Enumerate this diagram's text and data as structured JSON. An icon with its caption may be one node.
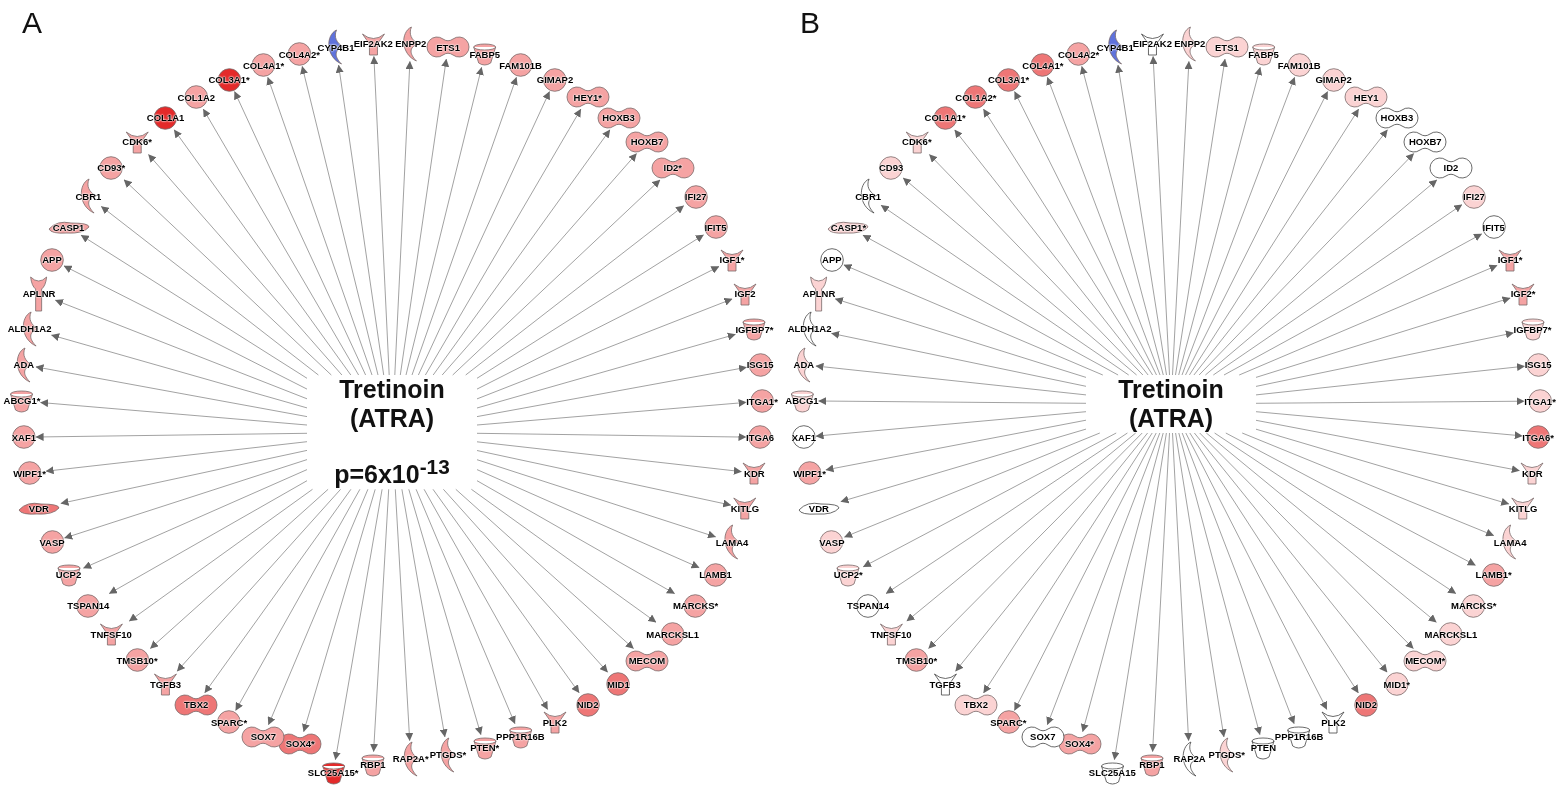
{
  "diagram": {
    "nodes": [
      {
        "text": [
          "Tretinoin (ATRA)",
          "p=6x10$^{-13}$"
        ]
      },
      {
        "text": [
          "CYP4B1"
        ]
      },
      {
        "text": [
          "EIF2AK2"
        ]
      },
      {
        "text": [
          "ENPP2"
        ]
      },
      {
        "text": [
          "ETS1"
        ]
      },
      {
        "text": [
          "FABP5"
        ]
      },
      {
        "text": [
          "FAM101B"
        ]
      },
      {
        "text": [
          "GIMAP2"
        ]
      },
      {
        "text": [
          "HEY1*"
        ]
      },
      {
        "text": [
          "HOXB3"
        ]
      },
      {
        "text": [
          "HOXB7"
        ]
      },
      {
        "text": [
          "ID2*"
        ]
      },
      {
        "text": [
          "IFI27"
        ]
      },
      {
        "text": [
          "IFIT5"
        ]
      },
      {
        "text": [
          "IGF1*"
        ]
      },
      {
        "text": [
          "IGF2"
        ]
      },
      {
        "text": [
          "IGFBP7*"
        ]
      },
      {
        "text": [
          "ISG15"
        ]
      },
      {
        "text": [
          "ITGA1*"
        ]
      },
      {
        "text": [
          "ITGA6"
        ]
      },
      {
        "text": [
          "KDR"
        ]
      },
      {
        "text": [
          "KITLG"
        ]
      },
      {
        "text": [
          "LAMA4"
        ]
      },
      {
        "text": [
          "LAMB1"
        ]
      },
      {
        "text": [
          "MARCKS*"
        ]
      },
      {
        "text": [
          "MARCKSL1"
        ]
      },
      {
        "text": [
          "MECOM"
        ]
      },
      {
        "text": [
          "MID1"
        ]
      },
      {
        "text": [
          "NID2"
        ]
      },
      {
        "text": [
          "PLK2"
        ]
      },
      {
        "text": [
          "PPP1R16B"
        ]
      },
      {
        "text": [
          "PTEN*"
        ]
      },
      {
        "text": [
          "PTGDS*"
        ]
      },
      {
        "text": [
          "RAP2A*"
        ]
      },
      {
        "text": [
          "RBP1"
        ]
      },
      {
        "text": [
          "SLC25A15*"
        ]
      },
      {
        "text": [
          "SOX4*"
        ]
      },
      {
        "text": [
          "SOX7"
        ]
      },
      {
        "text": [
          "SPARC*"
        ]
      },
      {
        "text": [
          "TBX2"
        ]
      },
      {
        "text": [
          "TGFB3"
        ]
      },
      {
        "text": [
          "TMSB10*"
        ]
      },
      {
        "text": [
          "TNFSF10"
        ]
      },
      {
        "text": [
          "TSPAN14"
        ]
      },
      {
        "text": [
          "UCP2"
        ]
      },
      {
        "text": [
          "VASP"
        ]
      },
      {
        "text": [
          "VDR"
        ]
      },
      {
        "text": [
          "WIPF1*"
        ]
      },
      {
        "text": [
          "XAF1"
        ]
      },
      {
        "text": [
          "ABCG1*"
        ]
      },
      {
        "text": [
          "ADA"
        ]
      },
      {
        "text": [
          "ALDH1A2"
        ]
      },
      {
        "text": [
          "APLNR"
        ]
      },
      {
        "text": [
          "APP"
        ]
      },
      {
        "text": [
          "CASP1"
        ]
      },
      {
        "text": [
          "CBR1"
        ]
      },
      {
        "text": [
          "CD93*"
        ]
      },
      {
        "text": [
          "CDK6*"
        ]
      },
      {
        "text": [
          "COL1A1"
        ]
      },
      {
        "text": [
          "COL1A2"
        ]
      },
      {
        "text": [
          "COL3A1*"
        ]
      },
      {
        "text": [
          "COL4A1*"
        ]
      },
      {
        "text": [
          "COL4A2*"
        ]
      },
      {
        "text": [
          "Tretinoin (ATRA)"
        ]
      },
      {
        "text": [
          "CYP4B1"
        ]
      },
      {
        "text": [
          "EIF2AK2"
        ]
      },
      {
        "text": [
          "ENPP2"
        ]
      },
      {
        "text": [
          "ETS1"
        ]
      },
      {
        "text": [
          "FABP5"
        ]
      },
      {
        "text": [
          "FAM101B"
        ]
      },
      {
        "text": [
          "GIMAP2"
        ]
      },
      {
        "text": [
          "HEY1"
        ]
      },
      {
        "text": [
          "HOXB3"
        ]
      },
      {
        "text": [
          "HOXB7"
        ]
      },
      {
        "text": [
          "ID2"
        ]
      },
      {
        "text": [
          "IFI27"
        ]
      },
      {
        "text": [
          "IFIT5"
        ]
      },
      {
        "text": [
          "IGF1*"
        ]
      },
      {
        "text": [
          "IGF2*"
        ]
      },
      {
        "text": [
          "IGFBP7*"
        ]
      },
      {
        "text": [
          "ISG15"
        ]
      },
      {
        "text": [
          "ITGA1*"
        ]
      },
      {
        "text": [
          "ITGA6*"
        ]
      },
      {
        "text": [
          "KDR"
        ]
      },
      {
        "text": [
          "KITLG"
        ]
      },
      {
        "text": [
          "LAMA4"
        ]
      },
      {
        "text": [
          "LAMB1*"
        ]
      },
      {
        "text": [
          "MARCKS*"
        ]
      },
      {
        "text": [
          "MARCKSL1"
        ]
      },
      {
        "text": [
          "MECOM*"
        ]
      },
      {
        "text": [
          "MID1*"
        ]
      },
      {
        "text": [
          "NID2"
        ]
      },
      {
        "text": [
          "PLK2"
        ]
      },
      {
        "text": [
          "PPP1R16B"
        ]
      },
      {
        "text": [
          "PTEN"
        ]
      },
      {
        "text": [
          "PTGDS*"
        ]
      },
      {
        "text": [
          "RAP2A"
        ]
      },
      {
        "text": [
          "RBP1"
        ]
      },
      {
        "text": [
          "SLC25A15"
        ]
      },
      {
        "text": [
          "SOX4*"
        ]
      },
      {
        "text": [
          "SOX7"
        ]
      },
      {
        "text": [
          "SPARC*"
        ]
      },
      {
        "text": [
          "TBX2"
        ]
      },
      {
        "text": [
          "TGFB3"
        ]
      },
      {
        "text": [
          "TMSB10*"
        ]
      },
      {
        "text": [
          "TNFSF10"
        ]
      },
      {
        "text": [
          "TSPAN14"
        ]
      },
      {
        "text": [
          "UCP2*"
        ]
      },
      {
        "text": [
          "VASP"
        ]
      },
      {
        "text": [
          "VDR"
        ]
      },
      {
        "text": [
          "WIPF1*"
        ]
      },
      {
        "text": [
          "XAF1"
        ]
      },
      {
        "text": [
          "ABCG1"
        ]
      },
      {
        "text": [
          "ADA"
        ]
      },
      {
        "text": [
          "ALDH1A2"
        ]
      },
      {
        "text": [
          "APLNR"
        ]
      },
      {
        "text": [
          "APP"
        ]
      },
      {
        "text": [
          "CASP1*"
        ]
      },
      {
        "text": [
          "CBR1"
        ]
      },
      {
        "text": [
          "CD93"
        ]
      },
      {
        "text": [
          "CDK6*"
        ]
      },
      {
        "text": [
          "COL1A1*"
        ]
      },
      {
        "text": [
          "COL1A2*"
        ]
      },
      {
        "text": [
          "COL3A1*"
        ]
      },
      {
        "text": [
          "COL4A1*"
        ]
      },
      {
        "text": [
          "COL4A2*"
        ]
      }
    ],
    "edges": [
      {
        "from": 0,
        "to": 1,
        "arrow": "to"
      },
      {
        "from": 0,
        "to": 2,
        "arrow": "to"
      },
      {
        "from": 0,
        "to": 3,
        "arrow": "to"
      },
      {
        "from": 0,
        "to": 4,
        "arrow": "to"
      },
      {
        "from": 0,
        "to": 5,
        "arrow": "to"
      },
      {
        "from": 0,
        "to": 6,
        "arrow": "to"
      },
      {
        "from": 0,
        "to": 7,
        "arrow": "to"
      },
      {
        "from": 0,
        "to": 8,
        "arrow": "to"
      },
      {
        "from": 0,
        "to": 9,
        "arrow": "to"
      },
      {
        "from": 0,
        "to": 10,
        "arrow": "to"
      },
      {
        "from": 0,
        "to": 11,
        "arrow": "to"
      },
      {
        "from": 0,
        "to": 12,
        "arrow": "to"
      },
      {
        "from": 0,
        "to": 13,
        "arrow": "to"
      },
      {
        "from": 0,
        "to": 14,
        "arrow": "to"
      },
      {
        "from": 0,
        "to": 15,
        "arrow": "to"
      },
      {
        "from": 0,
        "to": 16,
        "arrow": "to"
      },
      {
        "from": 0,
        "to": 17,
        "arrow": "to"
      },
      {
        "from": 0,
        "to": 18,
        "arrow": "to"
      },
      {
        "from": 0,
        "to": 19,
        "arrow": "to"
      },
      {
        "from": 0,
        "to": 20,
        "arrow": "to"
      },
      {
        "from": 0,
        "to": 21,
        "arrow": "to"
      },
      {
        "from": 0,
        "to": 22,
        "arrow": "to"
      },
      {
        "from": 0,
        "to": 23,
        "arrow": "to"
      },
      {
        "from": 0,
        "to": 24,
        "arrow": "to"
      },
      {
        "from": 0,
        "to": 25,
        "arrow": "to"
      },
      {
        "from": 0,
        "to": 26,
        "arrow": "to"
      },
      {
        "from": 0,
        "to": 27,
        "arrow": "to"
      },
      {
        "from": 0,
        "to": 28,
        "arrow": "to"
      },
      {
        "from": 0,
        "to": 29,
        "arrow": "to"
      },
      {
        "from": 0,
        "to": 30,
        "arrow": "to"
      },
      {
        "from": 0,
        "to": 31,
        "arrow": "to"
      },
      {
        "from": 0,
        "to": 32,
        "arrow": "to"
      },
      {
        "from": 0,
        "to": 33,
        "arrow": "to"
      },
      {
        "from": 0,
        "to": 34,
        "arrow": "to"
      },
      {
        "from": 0,
        "to": 35,
        "arrow": "to"
      },
      {
        "from": 0,
        "to": 36,
        "arrow": "to"
      },
      {
        "from": 0,
        "to": 37,
        "arrow": "to"
      },
      {
        "from": 0,
        "to": 38,
        "arrow": "to"
      },
      {
        "from": 0,
        "to": 39,
        "arrow": "to"
      },
      {
        "from": 0,
        "to": 40,
        "arrow": "to"
      },
      {
        "from": 0,
        "to": 41,
        "arrow": "to"
      },
      {
        "from": 0,
        "to": 42,
        "arrow": "to"
      },
      {
        "from": 0,
        "to": 43,
        "arrow": "to"
      },
      {
        "from": 0,
        "to": 44,
        "arrow": "to"
      },
      {
        "from": 0,
        "to": 45,
        "arrow": "to"
      },
      {
        "from": 0,
        "to": 46,
        "arrow": "to"
      },
      {
        "from": 0,
        "to": 47,
        "arrow": "to"
      },
      {
        "from": 0,
        "to": 48,
        "arrow": "to"
      },
      {
        "from": 0,
        "to": 49,
        "arrow": "to"
      },
      {
        "from": 0,
        "to": 50,
        "arrow": "to"
      },
      {
        "from": 0,
        "to": 51,
        "arrow": "to"
      },
      {
        "from": 0,
        "to": 52,
        "arrow": "to"
      },
      {
        "from": 0,
        "to": 53,
        "arrow": "to"
      },
      {
        "from": 0,
        "to": 54,
        "arrow": "to"
      },
      {
        "from": 0,
        "to": 55,
        "arrow": "to"
      },
      {
        "from": 0,
        "to": 56,
        "arrow": "to"
      },
      {
        "from": 0,
        "to": 57,
        "arrow": "to"
      },
      {
        "from": 0,
        "to": 58,
        "arrow": "to"
      },
      {
        "from": 0,
        "to": 59,
        "arrow": "to"
      },
      {
        "from": 0,
        "to": 60,
        "arrow": "to"
      },
      {
        "from": 0,
        "to": 61,
        "arrow": "to"
      },
      {
        "from": 0,
        "to": 62,
        "arrow": "to"
      },
      {
        "from": 63,
        "to": 64,
        "arrow": "to"
      },
      {
        "from": 63,
        "to": 65,
        "arrow": "to"
      },
      {
        "from": 63,
        "to": 66,
        "arrow": "to"
      },
      {
        "from": 63,
        "to": 67,
        "arrow": "to"
      },
      {
        "from": 63,
        "to": 68,
        "arrow": "to"
      },
      {
        "from": 63,
        "to": 69,
        "arrow": "to"
      },
      {
        "from": 63,
        "to": 70,
        "arrow": "to"
      },
      {
        "from": 63,
        "to": 71,
        "arrow": "to"
      },
      {
        "from": 63,
        "to": 72,
        "arrow": "to"
      },
      {
        "from": 63,
        "to": 73,
        "arrow": "to"
      },
      {
        "from": 63,
        "to": 74,
        "arrow": "to"
      },
      {
        "from": 63,
        "to": 75,
        "arrow": "to"
      },
      {
        "from": 63,
        "to": 76,
        "arrow": "to"
      },
      {
        "from": 63,
        "to": 77,
        "arrow": "to"
      },
      {
        "from": 63,
        "to": 78,
        "arrow": "to"
      },
      {
        "from": 63,
        "to": 79,
        "arrow": "to"
      },
      {
        "from": 63,
        "to": 80,
        "arrow": "to"
      },
      {
        "from": 63,
        "to": 81,
        "arrow": "to"
      },
      {
        "from": 63,
        "to": 82,
        "arrow": "to"
      },
      {
        "from": 63,
        "to": 83,
        "arrow": "to"
      },
      {
        "from": 63,
        "to": 84,
        "arrow": "to"
      },
      {
        "from": 63,
        "to": 85,
        "arrow": "to"
      },
      {
        "from": 63,
        "to": 86,
        "arrow": "to"
      },
      {
        "from": 63,
        "to": 87,
        "arrow": "to"
      },
      {
        "from": 63,
        "to": 88,
        "arrow": "to"
      },
      {
        "from": 63,
        "to": 89,
        "arrow": "to"
      },
      {
        "from": 63,
        "to": 90,
        "arrow": "to"
      },
      {
        "from": 63,
        "to": 91,
        "arrow": "to"
      },
      {
        "from": 63,
        "to": 92,
        "arrow": "to"
      },
      {
        "from": 63,
        "to": 93,
        "arrow": "to"
      },
      {
        "from": 63,
        "to": 94,
        "arrow": "to"
      },
      {
        "from": 63,
        "to": 95,
        "arrow": "to"
      },
      {
        "from": 63,
        "to": 96,
        "arrow": "to"
      },
      {
        "from": 63,
        "to": 97,
        "arrow": "to"
      },
      {
        "from": 63,
        "to": 98,
        "arrow": "to"
      },
      {
        "from": 63,
        "to": 99,
        "arrow": "to"
      },
      {
        "from": 63,
        "to": 100,
        "arrow": "to"
      },
      {
        "from": 63,
        "to": 101,
        "arrow": "to"
      },
      {
        "from": 63,
        "to": 102,
        "arrow": "to"
      },
      {
        "from": 63,
        "to": 103,
        "arrow": "to"
      },
      {
        "from": 63,
        "to": 104,
        "arrow": "to"
      },
      {
        "from": 63,
        "to": 105,
        "arrow": "to"
      },
      {
        "from": 63,
        "to": 106,
        "arrow": "to"
      },
      {
        "from": 63,
        "to": 107,
        "arrow": "to"
      },
      {
        "from": 63,
        "to": 108,
        "arrow": "to"
      },
      {
        "from": 63,
        "to": 109,
        "arrow": "to"
      },
      {
        "from": 63,
        "to": 110,
        "arrow": "to"
      },
      {
        "from": 63,
        "to": 111,
        "arrow": "to"
      },
      {
        "from": 63,
        "to": 112,
        "arrow": "to"
      },
      {
        "from": 63,
        "to": 113,
        "arrow": "to"
      },
      {
        "from": 63,
        "to": 114,
        "arrow": "to"
      },
      {
        "from": 63,
        "to": 115,
        "arrow": "to"
      },
      {
        "from": 63,
        "to": 116,
        "arrow": "to"
      },
      {
        "from": 63,
        "to": 117,
        "arrow": "to"
      },
      {
        "from": 63,
        "to": 118,
        "arrow": "to"
      },
      {
        "from": 63,
        "to": 119,
        "arrow": "to"
      },
      {
        "from": 63,
        "to": 120,
        "arrow": "to"
      },
      {
        "from": 63,
        "to": 121,
        "arrow": "to"
      },
      {
        "from": 63,
        "to": 122,
        "arrow": "to"
      },
      {
        "from": 63,
        "to": 123,
        "arrow": "to"
      },
      {
        "from": 63,
        "to": 124,
        "arrow": "to"
      },
      {
        "from": 63,
        "to": 125,
        "arrow": "to"
      }
    ],
    "labels": [
      "A",
      "B"
    ]
  }
}
